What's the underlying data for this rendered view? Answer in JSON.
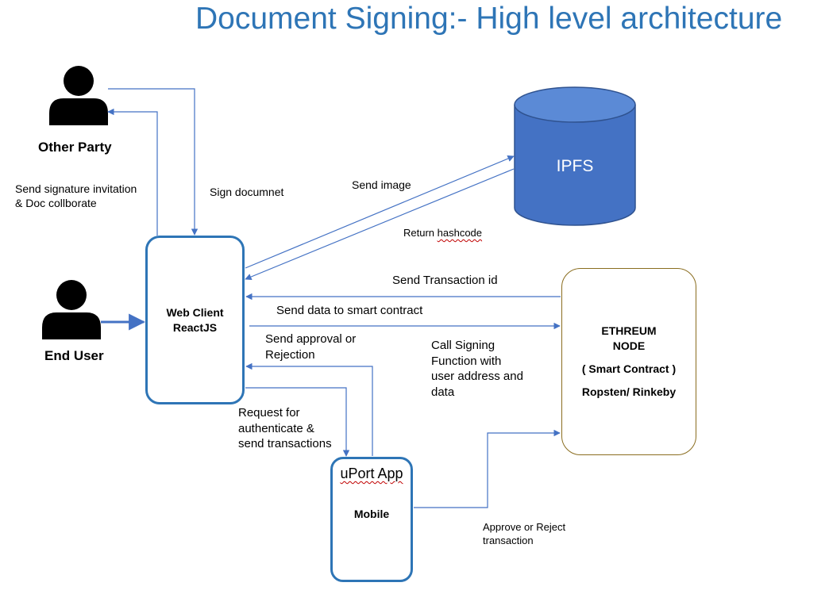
{
  "title": "Document Signing:- High level architecture",
  "actors": {
    "other_party": "Other Party",
    "end_user": "End User"
  },
  "nodes": {
    "ipfs": "IPFS",
    "web_client": {
      "line1": "Web Client",
      "line2": "ReactJS"
    },
    "ethereum": {
      "line1": "ETHREUM",
      "line2": "NODE",
      "line3": "( Smart  Contract  )",
      "line4": "Ropsten/  Rinkeby"
    },
    "uport": {
      "app": "uPort App",
      "mobile": "Mobile"
    }
  },
  "edges": {
    "send_invitation": {
      "line1": "Send signature invitation",
      "line2": "& Doc collborate"
    },
    "sign_document": "Sign documnet",
    "send_image": "Send image",
    "return_hashcode": {
      "prefix": "Return ",
      "word": "hashcode"
    },
    "send_transaction_id": "Send Transaction id",
    "send_data": "Send data to smart contract",
    "send_approval": {
      "line1": "Send approval or",
      "line2": "Rejection"
    },
    "call_signing": {
      "line1": "Call Signing",
      "line2": "Function with",
      "line3": "user address and",
      "line4": "data"
    },
    "request_auth": {
      "line1": "Request for",
      "line2": "authenticate &",
      "line3": "send transactions"
    },
    "approve_reject": {
      "line1": "Approve or Reject",
      "line2": "transaction"
    }
  },
  "colors": {
    "title": "#2e75b6",
    "arrow": "#4472c4",
    "ipfs_fill": "#4472c4",
    "ipfs_stroke": "#2f528f",
    "web_client_border": "#2e75b6",
    "ethereum_border": "#8a6d1f",
    "person": "#000000"
  }
}
